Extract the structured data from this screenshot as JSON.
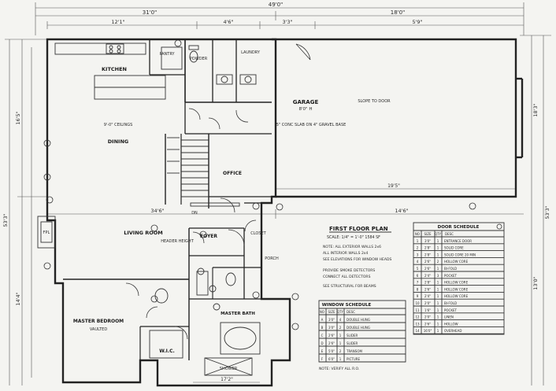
{
  "dimensions": {
    "top_overall": "49'0\"",
    "top_left": "31'0\"",
    "top_right": "18'0\"",
    "top_a": "3'3\"",
    "top_b": "12'1\"",
    "top_c": "4'6\"",
    "top_d": "5'9\"",
    "garage_width": "19'5\"",
    "mid_a": "34'6\"",
    "mid_b": "14'6\"",
    "left_overall": "53'3\"",
    "right_overall": "53'3\"",
    "left_a": "16'5\"",
    "left_b": "14'4\"",
    "right_a": "18'3\"",
    "right_b": "13'0\"",
    "porch_width": "17'2\""
  },
  "rooms": {
    "kitchen": "KITCHEN",
    "pantry": "PANTRY",
    "powder": "POWDER",
    "laundry": "LAUNDRY",
    "garage": "GARAGE",
    "garage_area": "8'0\" H",
    "dining": "DINING",
    "stairs_note": "DN",
    "office": "OFFICE",
    "living": "LIVING ROOM",
    "foyer": "FOYER",
    "closet": "CLOSET",
    "master_bedroom": "MASTER BEDROOM",
    "master_ceiling": "VAULTED",
    "master_bath": "MASTER BATH",
    "wic": "W.I.C.",
    "shower": "SHOWER",
    "porch": "PORCH",
    "fireplace": "FPL"
  },
  "notes": {
    "ceiling_note": "9'-0\" CEILINGS",
    "garage_note": "5\" CONC SLAB ON 4\" GRAVEL BASE",
    "slope_note": "SLOPE TO DOOR",
    "header_note": "HEADER HEIGHT"
  },
  "title_block": {
    "title": "FIRST FLOOR PLAN",
    "scale": "SCALE: 1/4\" = 1'-0\"   1584 SF",
    "notes": [
      "NOTE: ALL EXTERIOR WALLS 2x6",
      "ALL INTERIOR WALLS 2x4",
      "SEE ELEVATIONS FOR WINDOW HEADS",
      "PROVIDE SMOKE DETECTORS",
      "CONNECT ALL DETECTORS",
      "SEE STRUCTURAL FOR BEAMS"
    ]
  },
  "door_schedule": {
    "title": "DOOR SCHEDULE",
    "headers": [
      "NO",
      "SIZE",
      "QTY",
      "DESC"
    ],
    "rows": [
      [
        "1",
        "3'0\"",
        "1",
        "ENTRANCE DOOR"
      ],
      [
        "2",
        "2'8\"",
        "1",
        "SOLID CORE"
      ],
      [
        "3",
        "2'8\"",
        "1",
        "SOLID CORE 20 MIN"
      ],
      [
        "4",
        "2'6\"",
        "2",
        "HOLLOW CORE"
      ],
      [
        "5",
        "2'6\"",
        "1",
        "BI-FOLD"
      ],
      [
        "6",
        "2'4\"",
        "3",
        "POCKET"
      ],
      [
        "7",
        "2'8\"",
        "1",
        "HOLLOW CORE"
      ],
      [
        "8",
        "2'6\"",
        "1",
        "HOLLOW CORE"
      ],
      [
        "9",
        "2'4\"",
        "1",
        "HOLLOW CORE"
      ],
      [
        "10",
        "2'0\"",
        "1",
        "BI-FOLD"
      ],
      [
        "11",
        "1'6\"",
        "1",
        "POCKET"
      ],
      [
        "12",
        "2'0\"",
        "1",
        "LINEN"
      ],
      [
        "13",
        "2'6\"",
        "1",
        "HOLLOW"
      ],
      [
        "14",
        "16'0\"",
        "1",
        "OVERHEAD"
      ]
    ]
  },
  "window_schedule": {
    "title": "WINDOW SCHEDULE",
    "headers": [
      "NO",
      "SIZE",
      "QTY",
      "DESC"
    ],
    "rows": [
      [
        "A",
        "3'0\"",
        "4",
        "DOUBLE HUNG"
      ],
      [
        "B",
        "3'0\"",
        "2",
        "DOUBLE HUNG"
      ],
      [
        "C",
        "2'6\"",
        "1",
        "SLIDER"
      ],
      [
        "D",
        "2'6\"",
        "1",
        "SLIDER"
      ],
      [
        "E",
        "5'0\"",
        "2",
        "TRANSOM"
      ],
      [
        "F",
        "6'0\"",
        "1",
        "PICTURE"
      ]
    ],
    "footer": "NOTE: VERIFY ALL R.O."
  }
}
